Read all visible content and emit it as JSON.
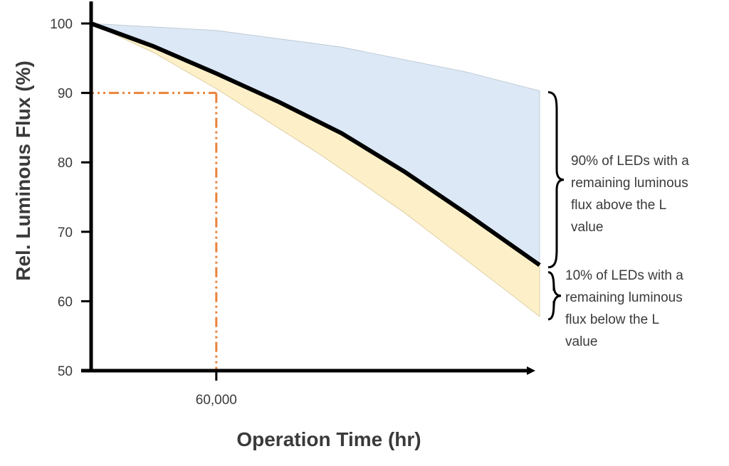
{
  "chart_data": {
    "type": "line",
    "xlabel": "Operation Time (hr)",
    "ylabel": "Rel. Luminous Flux (%)",
    "x_tick_labels": [
      {
        "x": 60000,
        "label": "60,000"
      }
    ],
    "y_ticks": [
      50,
      60,
      70,
      80,
      90,
      100
    ],
    "xlim": [
      0,
      215000
    ],
    "ylim": [
      50,
      100
    ],
    "reference_line": {
      "x": 60000,
      "y": 90
    },
    "series": [
      {
        "role": "median",
        "x": [
          0,
          30000,
          60000,
          90000,
          120000,
          150000,
          180000,
          215000
        ],
        "y": [
          100,
          96.7,
          92.8,
          88.7,
          84.2,
          78.7,
          72.6,
          65.2
        ]
      },
      {
        "role": "upper",
        "x": [
          0,
          60000,
          120000,
          180000,
          215000
        ],
        "y": [
          100,
          99,
          96.6,
          93,
          90.3
        ]
      },
      {
        "role": "lower",
        "x": [
          0,
          30000,
          60000,
          110000,
          150000,
          200000,
          215000
        ],
        "y": [
          100,
          95.8,
          90.6,
          81.1,
          72.8,
          61.3,
          57.8
        ]
      }
    ],
    "annotations": {
      "above": [
        "90% of LEDs with a",
        "remaining luminous",
        "flux above the L",
        "value"
      ],
      "below": [
        "10% of LEDs with a",
        "remaining luminous",
        "flux below the L",
        "value"
      ]
    },
    "colors": {
      "upper_fill": "#dce8f6",
      "lower_fill": "#fdf0c8",
      "median_line": "#000000",
      "reference": "#e9833a",
      "axis": "#000000"
    }
  }
}
